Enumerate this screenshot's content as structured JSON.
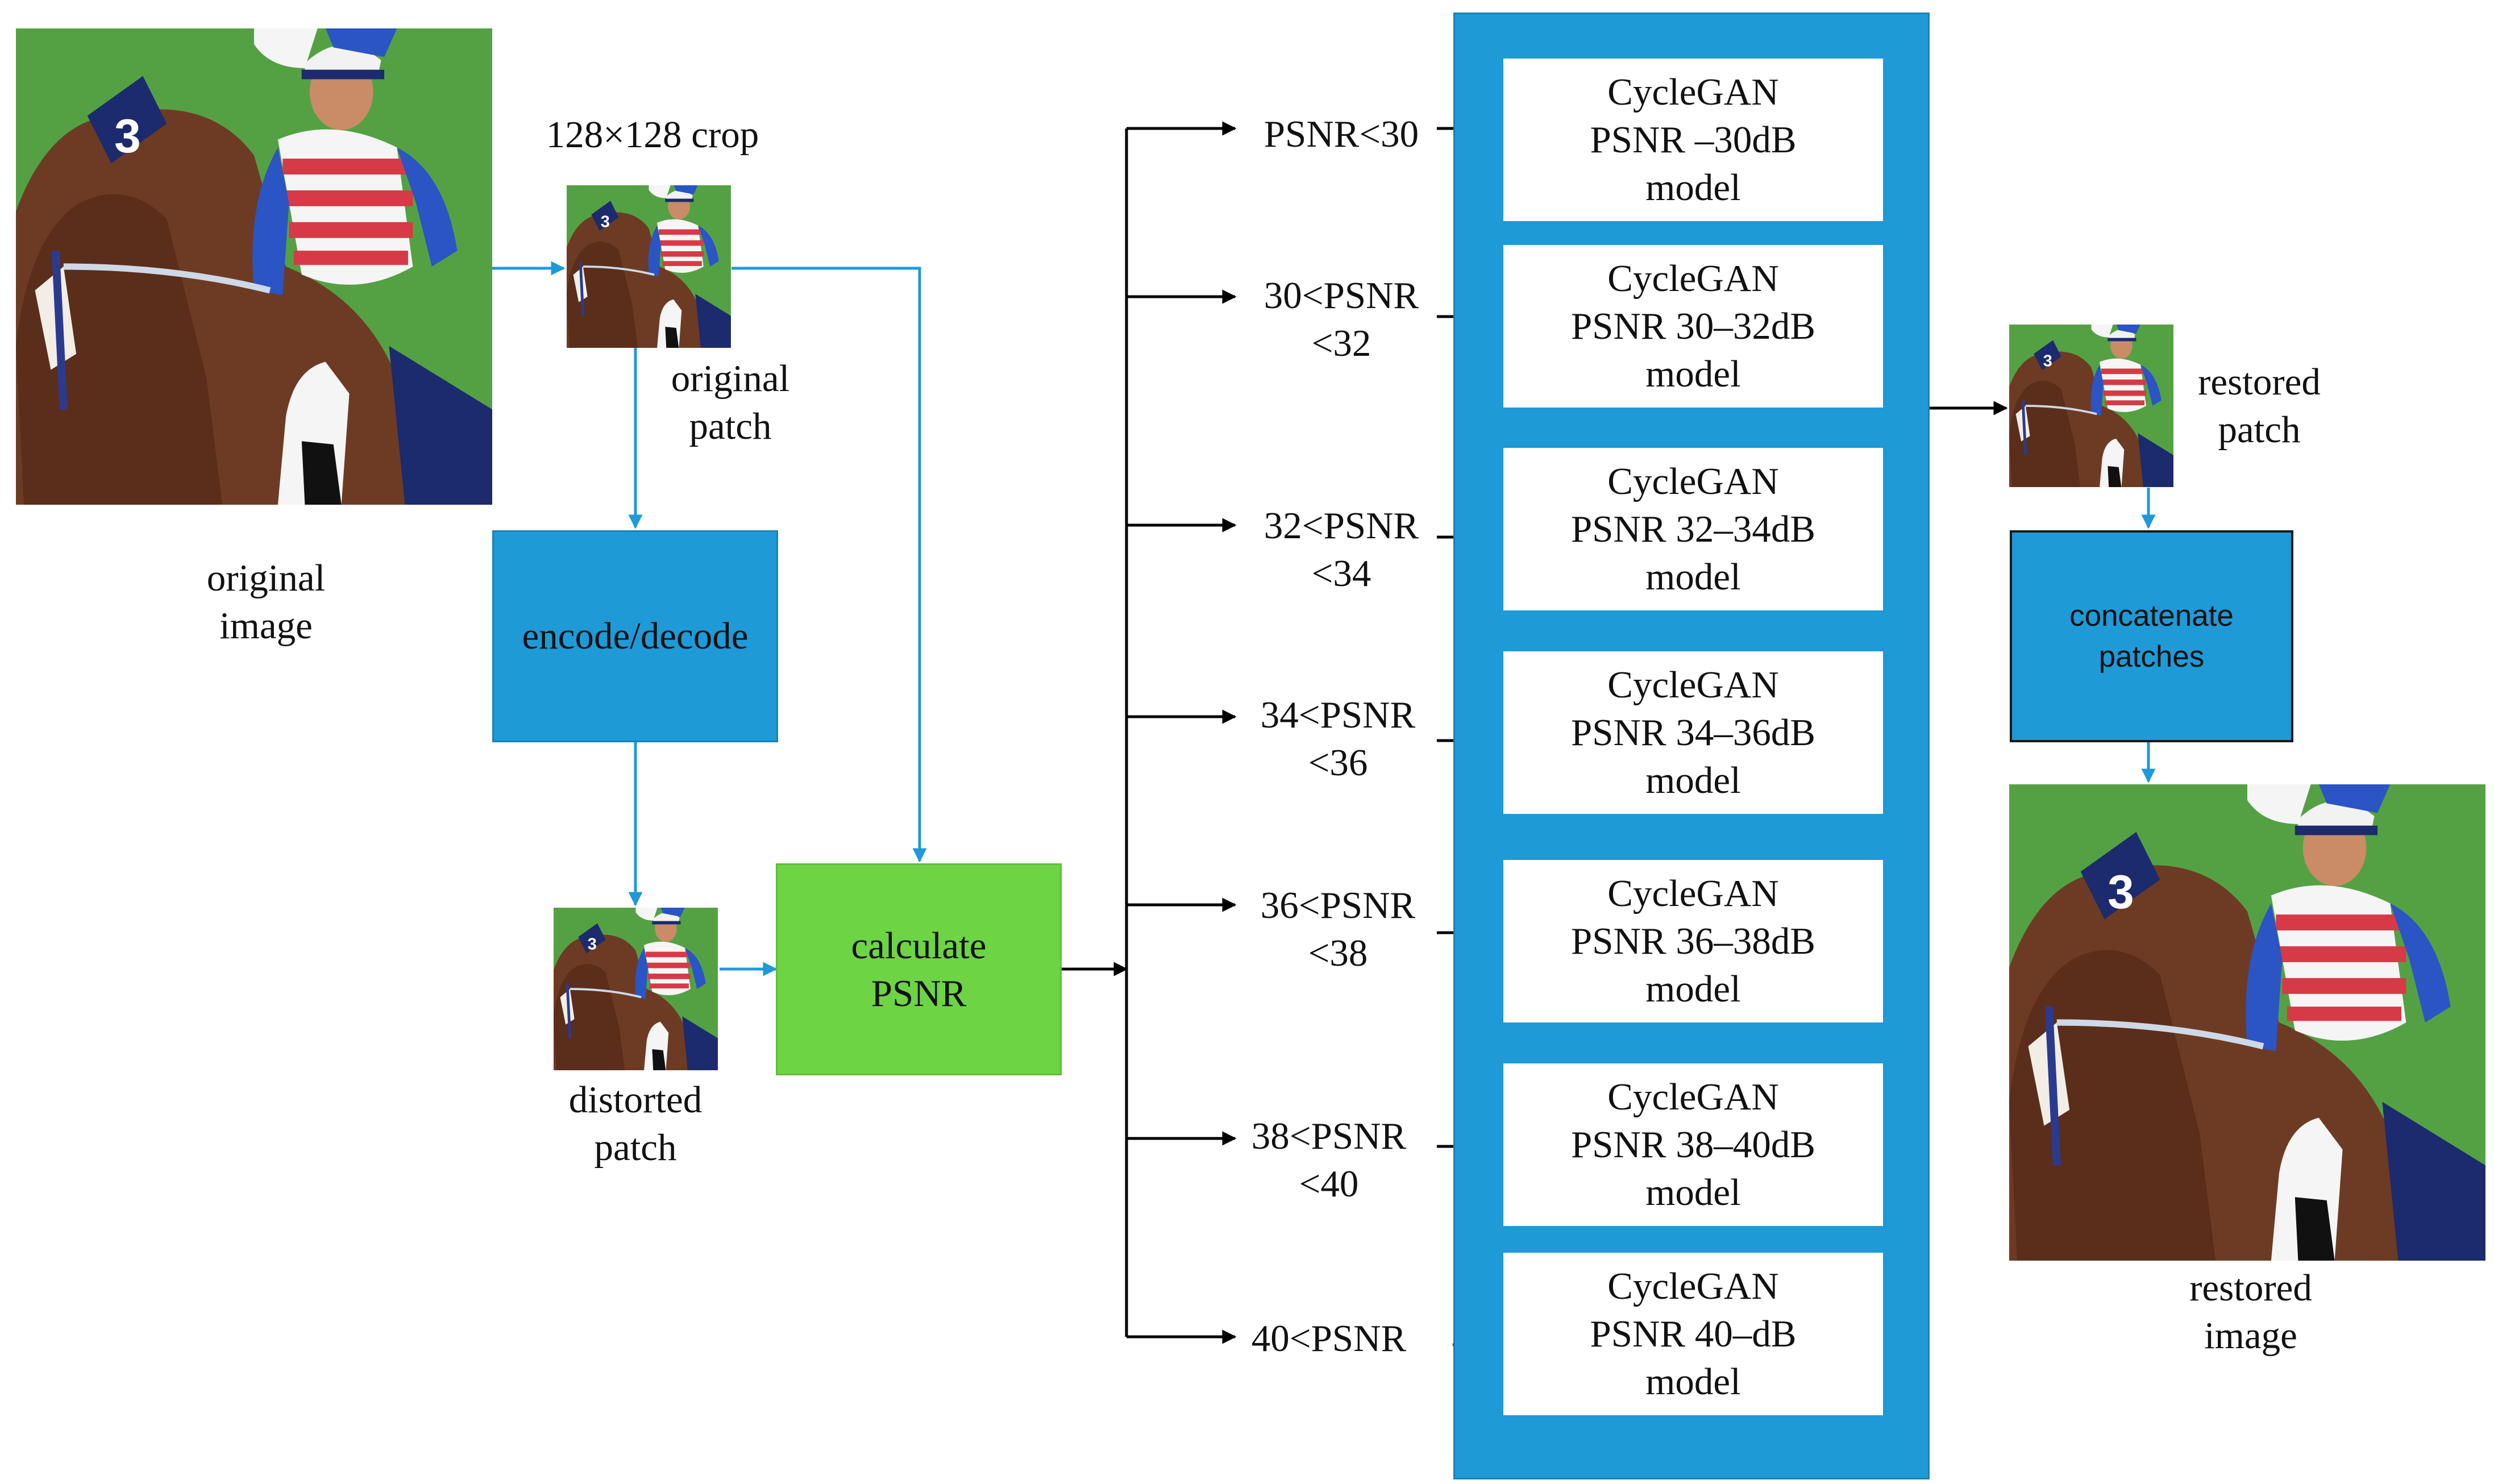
{
  "colors": {
    "blue_box": "#1e9ad7",
    "green_box": "#6dd444",
    "blue_arrow": "#1e9ad7",
    "black_arrow": "#000000"
  },
  "labels": {
    "crop": "128×128 crop",
    "original_patch": "original\npatch",
    "original_image": "original\nimage",
    "distorted_patch": "distorted\npatch",
    "restored_patch": "restored\npatch",
    "restored_image": "restored\nimage"
  },
  "boxes": {
    "encode_decode": "encode/decode",
    "calculate_psnr": "calculate\nPSNR",
    "concatenate": "concatenate\npatches"
  },
  "ranges": [
    "PSNR<30",
    "30<PSNR\n<32",
    "32<PSNR\n<34",
    "34<PSNR\n<36",
    "36<PSNR\n<38",
    "38<PSNR\n<40",
    "40<PSNR"
  ],
  "models": [
    "CycleGAN\nPSNR –30dB\nmodel",
    "CycleGAN\nPSNR 30–32dB\nmodel",
    "CycleGAN\nPSNR 32–34dB\nmodel",
    "CycleGAN\nPSNR 34–36dB\nmodel",
    "CycleGAN\nPSNR 36–38dB\nmodel",
    "CycleGAN\nPSNR 38–40dB\nmodel",
    "CycleGAN\nPSNR 40–dB\nmodel"
  ],
  "patch_number": "3"
}
